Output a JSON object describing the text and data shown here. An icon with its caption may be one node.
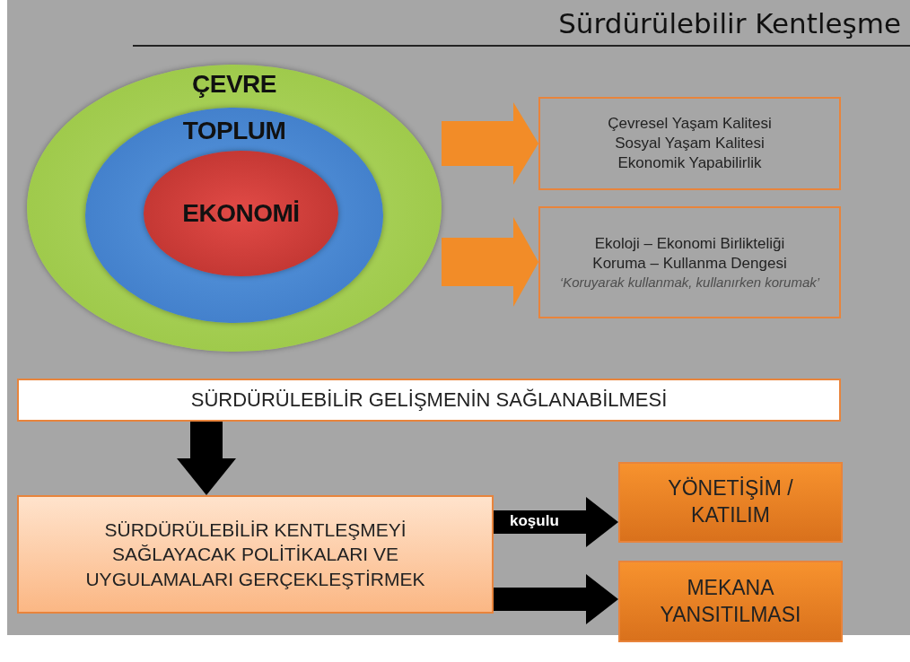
{
  "diagram": {
    "title": "Sürdürülebilir Kentleşme",
    "nodes": [
      {
        "text": [
          "ÇEVRE"
        ]
      },
      {
        "text": [
          "TOPLUM"
        ],
        "in": 0
      },
      {
        "text": [
          "EKONOMİ"
        ],
        "in": 1
      },
      {
        "text": [
          "Çevresel Yaşam Kalitesi",
          "Sosyal Yaşam Kalitesi",
          "Ekonomik Yapabilirlik"
        ]
      },
      {
        "text": [
          "Ekoloji – Ekonomi Birlikteliği",
          "Koruma – Kullanma Dengesi",
          "‘Koruyarak kullanmak, kullanırken korumak’"
        ]
      },
      {
        "text": [
          "SÜRDÜRÜLEBİLİR GELİŞMENİN SAĞLANABİLMESİ"
        ]
      },
      {
        "text": [
          "SÜRDÜRÜLEBİLİR KENTLEŞMEYİ SAĞLAYACAK POLİTİKALARI VE UYGULAMALARI GERÇEKLEŞTİRMEK"
        ]
      },
      {
        "text": [
          "YÖNETİŞİM / KATILIM"
        ]
      },
      {
        "text": [
          "MEKANA YANSITILMASI"
        ]
      }
    ],
    "edges": [
      {
        "from": 0,
        "to": 3,
        "arrow": "to",
        "color": "#f28c28"
      },
      {
        "from": 0,
        "to": 4,
        "arrow": "to",
        "color": "#f28c28"
      },
      {
        "from": 5,
        "to": 6,
        "arrow": "to"
      },
      {
        "from": 6,
        "to": 7,
        "arrow": "to",
        "label": "koşulu"
      },
      {
        "from": 6,
        "to": 8,
        "arrow": "to"
      }
    ]
  }
}
